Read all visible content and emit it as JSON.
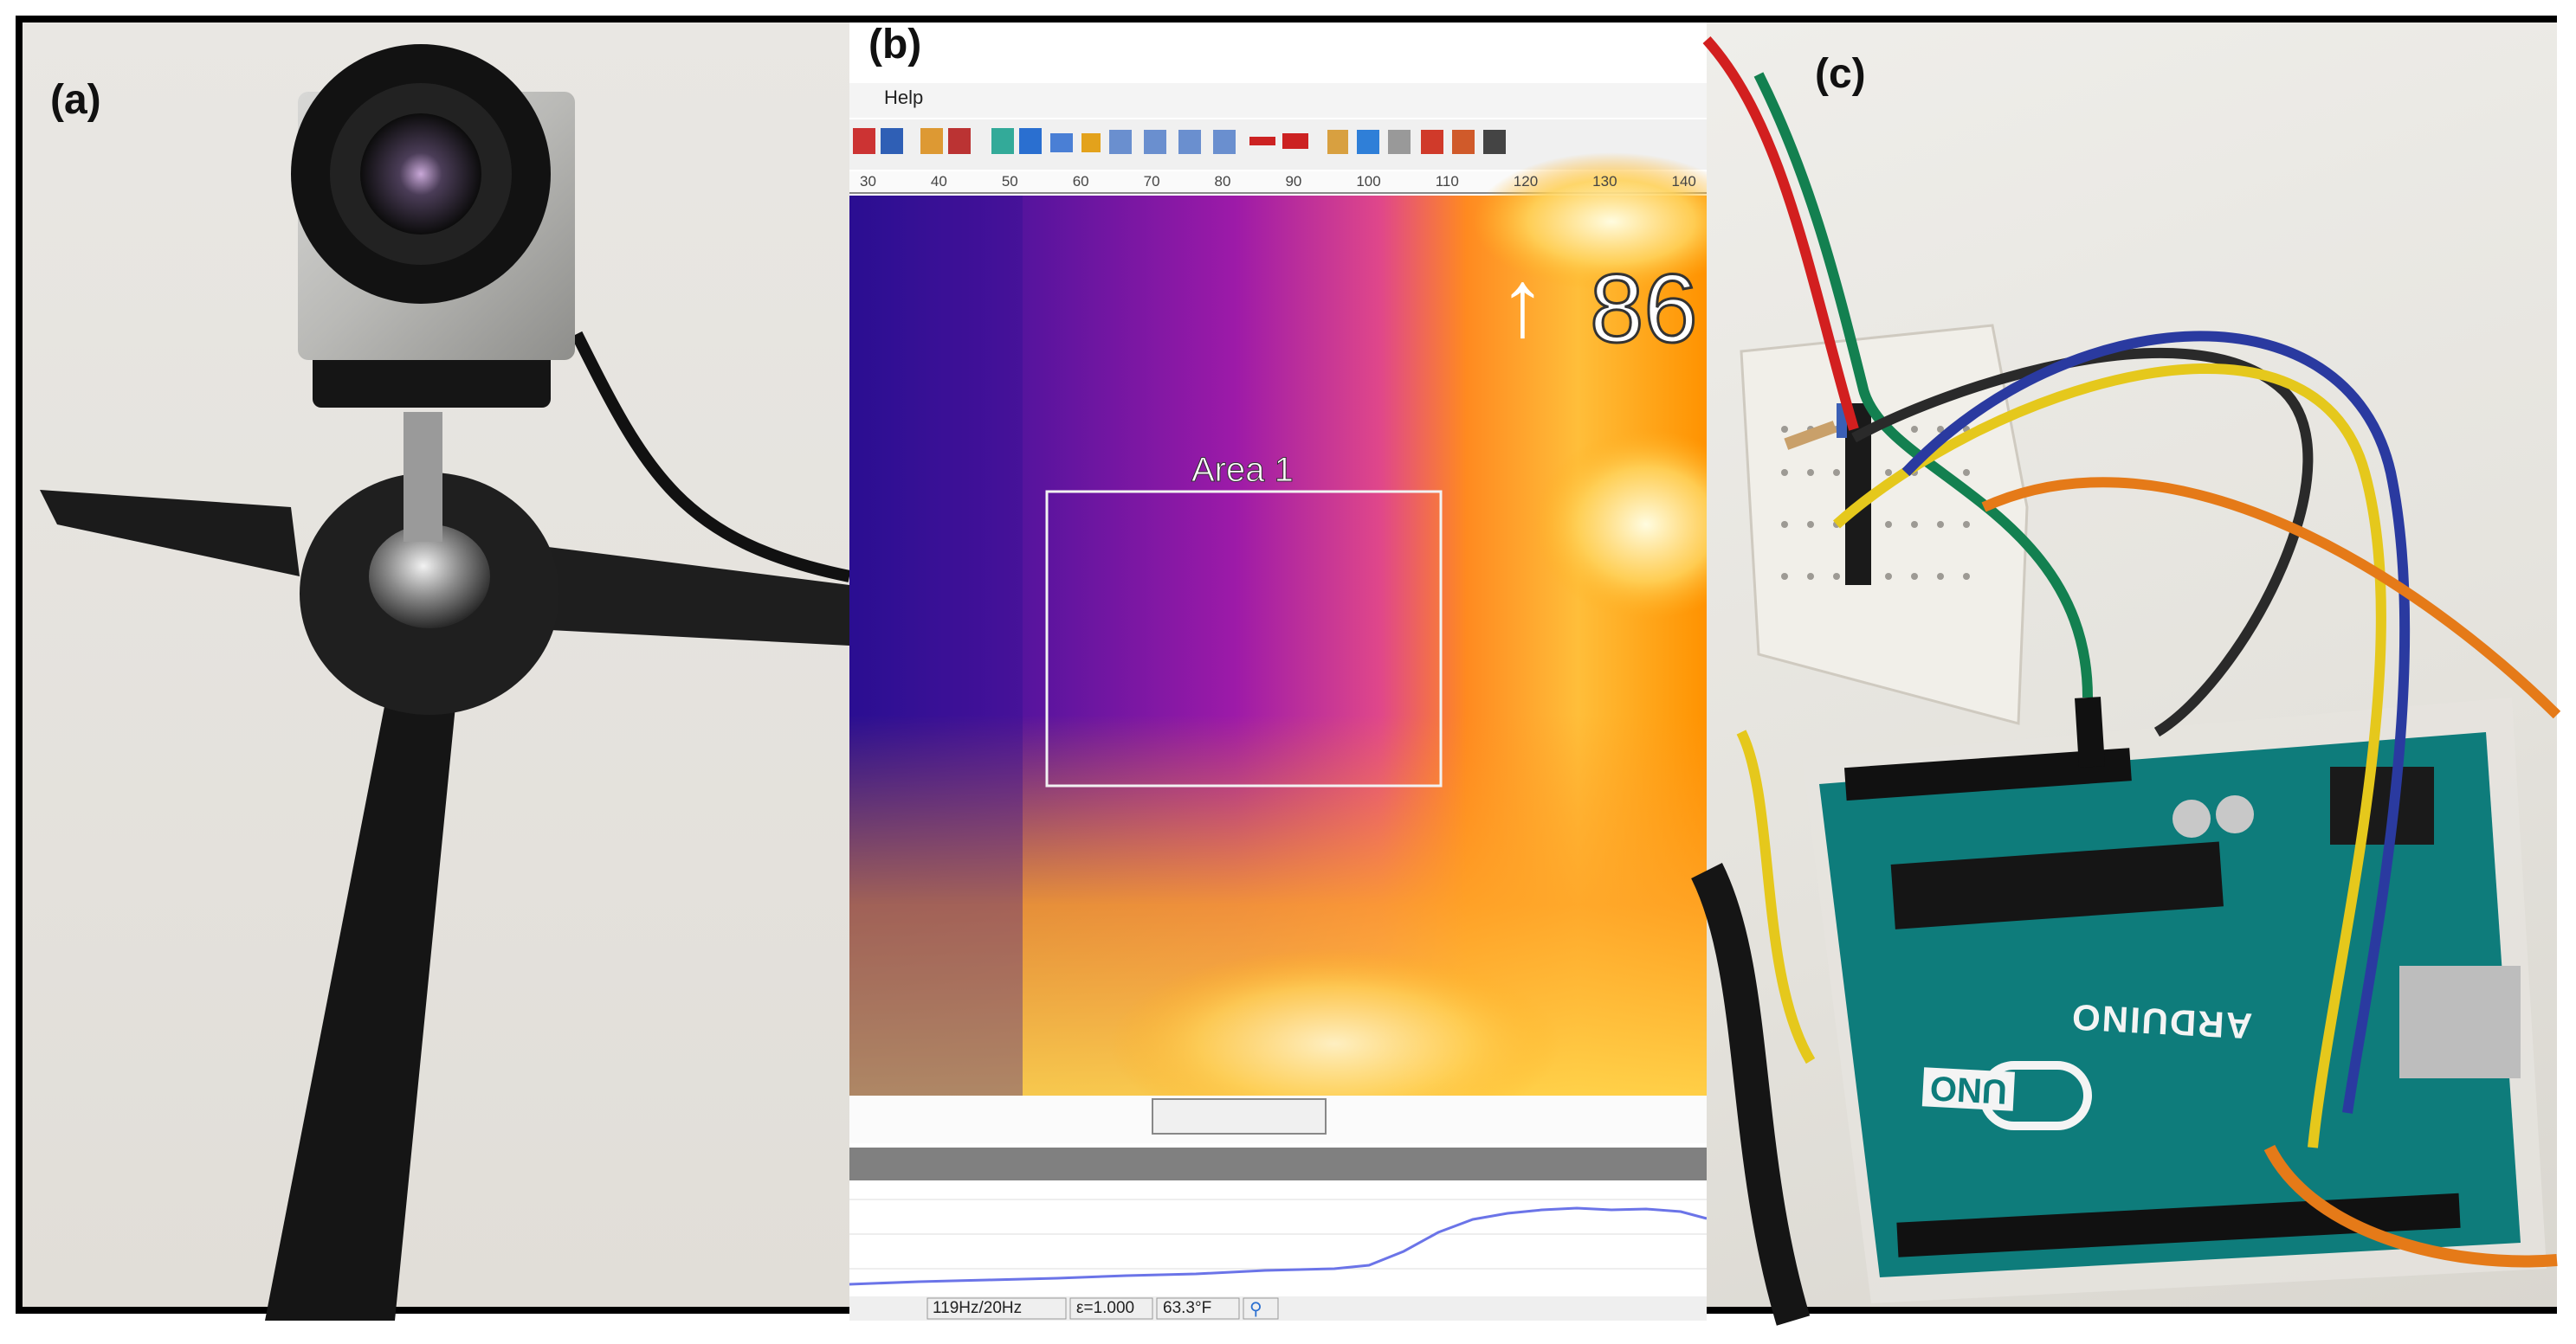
{
  "panels": {
    "a": {
      "label": "(a)"
    },
    "b": {
      "label": "(b)"
    },
    "c": {
      "label": "(c)"
    }
  },
  "thermal_software": {
    "menu": {
      "help": "Help"
    },
    "ruler_ticks": [
      "30",
      "40",
      "50",
      "60",
      "70",
      "80",
      "90",
      "100",
      "110",
      "120",
      "130",
      "140"
    ],
    "overlay": {
      "arrow": "↑",
      "value": "86"
    },
    "area_label": "Area 1",
    "status_bar": {
      "framerate": "119Hz/20Hz",
      "emissivity": "ε=1.000",
      "temperature": "63.3°F"
    }
  },
  "arduino": {
    "brand": "ARDUINO",
    "model": "UNO"
  },
  "colors": {
    "thermal_cold": "#3a0f9e",
    "thermal_mid": "#b31aa0",
    "thermal_hot": "#ff9a00",
    "thermal_max": "#fffbd0",
    "board": "#0e7c7b",
    "curve": "#6b74e8"
  }
}
